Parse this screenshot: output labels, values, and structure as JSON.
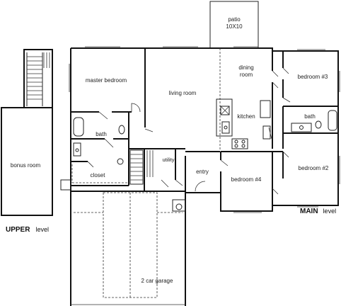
{
  "rooms": {
    "patio": "patio",
    "patio_size": "10X10",
    "master_bedroom": "master bedroom",
    "living_room": "living room",
    "dining_room_1": "dining",
    "dining_room_2": "room",
    "kitchen": "kitchen",
    "bedroom3": "bedroom #3",
    "bath_right": "bath",
    "bedroom2": "bedroom #2",
    "bath_master": "bath",
    "closet": "closet",
    "utility": "utility",
    "entry": "entry",
    "bedroom4": "bedroom #4",
    "garage": "2 car garage",
    "bonus_room": "bonus room"
  },
  "levels": {
    "upper_bold": "UPPER",
    "upper_suffix": "level",
    "main_bold": "MAIN",
    "main_suffix": "level"
  }
}
